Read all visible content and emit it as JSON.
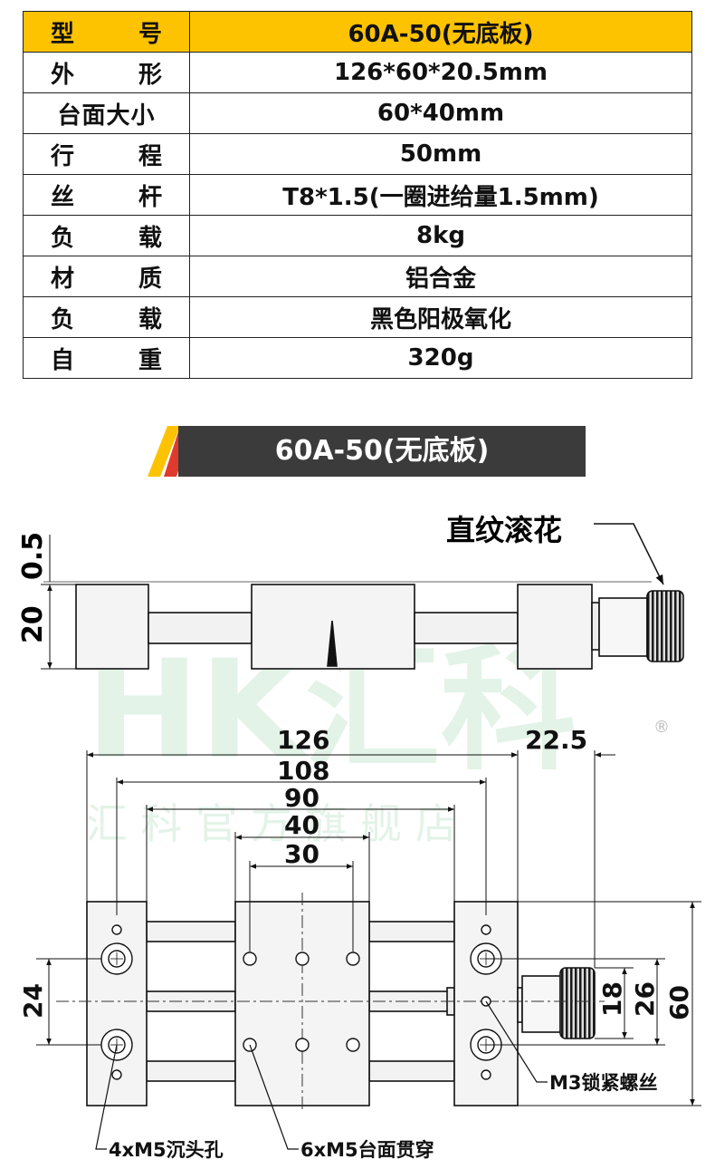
{
  "spec_table": {
    "rows": [
      {
        "key": "型号",
        "value": "60A-50(无底板)"
      },
      {
        "key": "外形",
        "value": "126*60*20.5mm"
      },
      {
        "key": "台面大小",
        "value": "60*40mm"
      },
      {
        "key": "行程",
        "value": "50mm"
      },
      {
        "key": "丝杆",
        "value": "T8*1.5(一圈进给量1.5mm)"
      },
      {
        "key": "负载",
        "value": "8kg"
      },
      {
        "key": "材质",
        "value": "铝合金"
      },
      {
        "key": "负载",
        "value": "黑色阳极氧化"
      },
      {
        "key": "自重",
        "value": "320g"
      }
    ],
    "header_color": "#fdc300"
  },
  "banner": {
    "title": "60A-50(无底板)",
    "stripe_colors": [
      "#fdc300",
      "#e03a2f"
    ],
    "bg_color": "#3b3b3b"
  },
  "side_view": {
    "dim_20": "20",
    "dim_0_5": "0.5",
    "knurl_label": "直纹滚花"
  },
  "top_view": {
    "dim_126": "126",
    "dim_108": "108",
    "dim_90": "90",
    "dim_40": "40",
    "dim_30": "30",
    "dim_22_5": "22.5",
    "dim_24": "24",
    "dim_18": "18",
    "dim_26": "26",
    "dim_60": "60",
    "label_m3": "M3锁紧螺丝",
    "label_m5_counterbore": "4xM5沉头孔",
    "label_m5_through": "6xM5台面贯穿"
  },
  "watermark": {
    "logo": "HK汇科",
    "shop": "汇 科 官 方 旗 舰 店",
    "mark": "®"
  }
}
